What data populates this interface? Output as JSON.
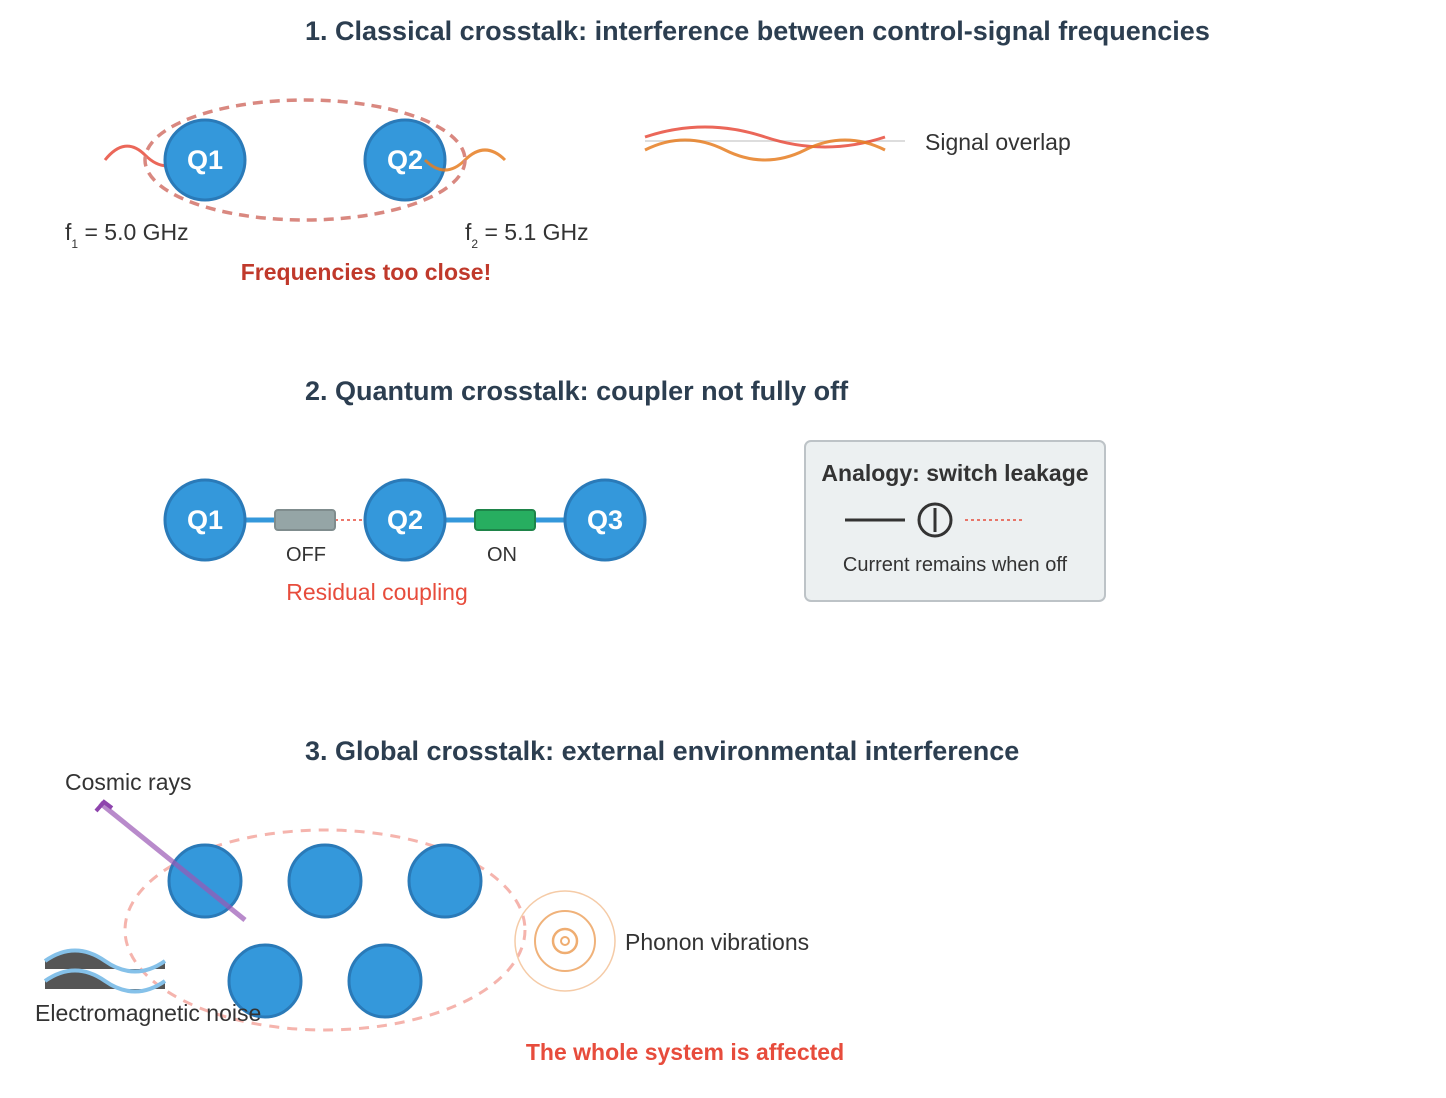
{
  "section1": {
    "title": "1. Classical crosstalk: interference between control-signal frequencies",
    "qubits": [
      "Q1",
      "Q2"
    ],
    "f1_label": "f",
    "f1_sub": "1",
    "f1_value": " = 5.0 GHz",
    "f2_label": "f",
    "f2_sub": "2",
    "f2_value": " = 5.1 GHz",
    "warning": "Frequencies too close!",
    "legend": "Signal overlap"
  },
  "section2": {
    "title": "2. Quantum crosstalk: coupler not fully off",
    "qubits": [
      "Q1",
      "Q2",
      "Q3"
    ],
    "coupler_off": "OFF",
    "coupler_on": "ON",
    "residual": "Residual coupling",
    "analogy_title": "Analogy: switch leakage",
    "analogy_caption": "Current remains when off"
  },
  "section3": {
    "title": "3. Global crosstalk: external environmental interference",
    "cosmic": "Cosmic rays",
    "em_noise": "Electromagnetic noise",
    "phonon": "Phonon vibrations",
    "conclusion": "The whole system is affected"
  },
  "colors": {
    "qubit": "#3498db",
    "warning": "#c0392b",
    "alert": "#e74c3c",
    "coupler_off": "#95a5a6",
    "coupler_on": "#27ae60"
  }
}
